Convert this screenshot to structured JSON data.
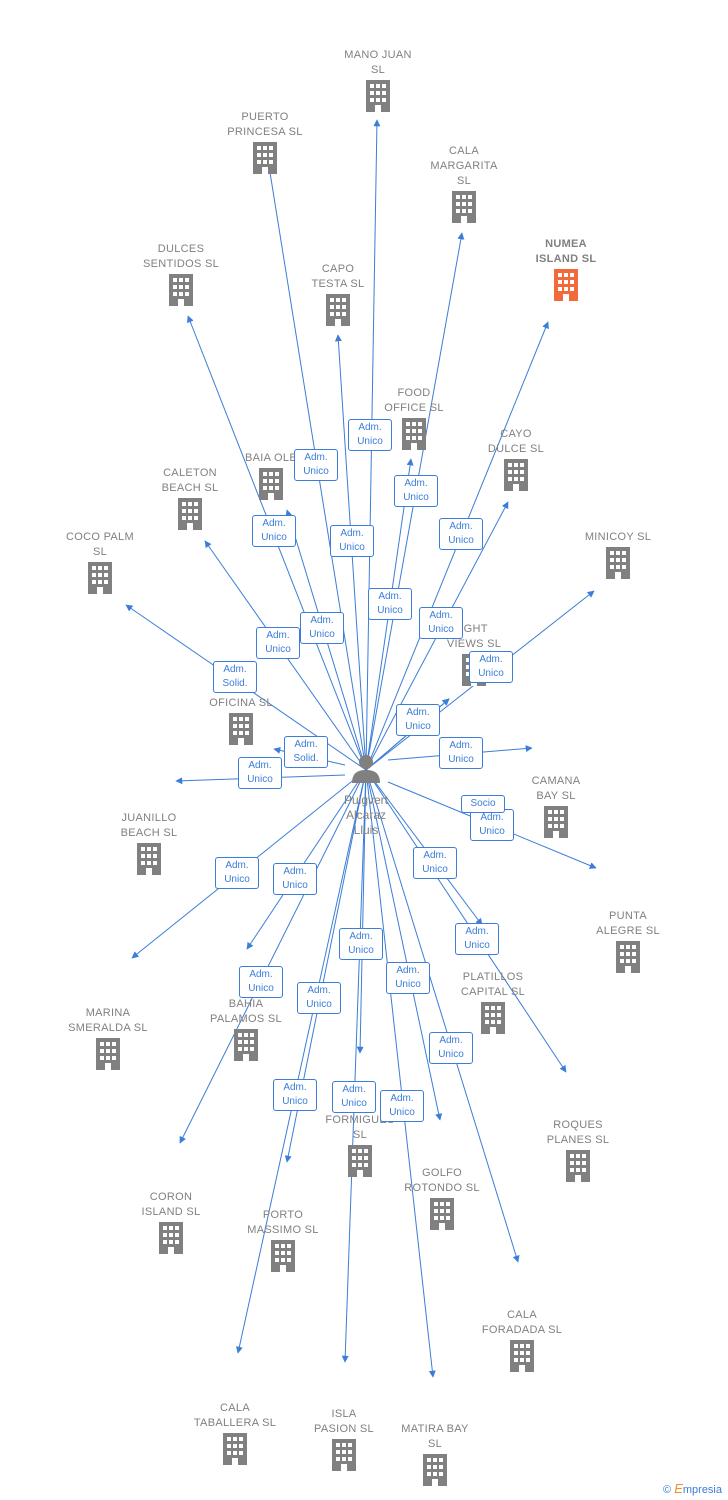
{
  "colors": {
    "edge": "#3b7dd8",
    "building": "#808080",
    "highlight": "#f26a3a",
    "person": "#808080"
  },
  "center_person": {
    "name": "Puigvert\nAlcaraz\nLluis",
    "icon": "person-icon"
  },
  "companies": [
    {
      "id": "mano-juan",
      "label": "MANO JUAN\nSL"
    },
    {
      "id": "puerto-princesa",
      "label": "PUERTO\nPRINCESA SL"
    },
    {
      "id": "cala-margarita",
      "label": "CALA\nMARGARITA\nSL"
    },
    {
      "id": "numea-island",
      "label": "NUMEA\nISLAND SL",
      "highlight": true
    },
    {
      "id": "dulces-sentidos",
      "label": "DULCES\nSENTIDOS SL"
    },
    {
      "id": "capo-testa",
      "label": "CAPO\nTESTA SL"
    },
    {
      "id": "food-office",
      "label": "FOOD\nOFFICE SL"
    },
    {
      "id": "cayo-dulce",
      "label": "CAYO\nDULCE SL"
    },
    {
      "id": "baia-olb",
      "label": "BAIA OLB"
    },
    {
      "id": "caleton-beach",
      "label": "CALETON\nBEACH SL"
    },
    {
      "id": "coco-palm",
      "label": "COCO PALM\nSL"
    },
    {
      "id": "minicoy",
      "label": "MINICOY SL"
    },
    {
      "id": "night-views",
      "label": "IGHT\nVIEWS SL"
    },
    {
      "id": "oficina",
      "label": "OFICINA SL"
    },
    {
      "id": "juanillo-beach",
      "label": "JUANILLO\nBEACH SL"
    },
    {
      "id": "camana-bay",
      "label": "CAMANA\nBAY SL"
    },
    {
      "id": "punta-alegre",
      "label": "PUNTA\nALEGRE SL"
    },
    {
      "id": "marina-smeralda",
      "label": "MARINA\nSMERALDA SL"
    },
    {
      "id": "bahia-palamos",
      "label": "BAHIA\nPALAMOS SL"
    },
    {
      "id": "platillos-capital",
      "label": "PLATILLOS\nCAPITAL SL"
    },
    {
      "id": "roques-planes",
      "label": "ROQUES\nPLANES SL"
    },
    {
      "id": "formigues",
      "label": "FORMIGUES\nSL"
    },
    {
      "id": "golfo-rotondo",
      "label": "GOLFO\nROTONDO SL"
    },
    {
      "id": "coron-island",
      "label": "CORON\nISLAND SL"
    },
    {
      "id": "porto-massimo",
      "label": "PORTO\nMASSIMO SL"
    },
    {
      "id": "cala-foradada",
      "label": "CALA\nFORADADA SL"
    },
    {
      "id": "cala-taballera",
      "label": "CALA\nTABALLERA SL"
    },
    {
      "id": "isla-pasion",
      "label": "ISLA\nPASION SL"
    },
    {
      "id": "matira-bay",
      "label": "MATIRA BAY\nSL"
    }
  ],
  "edges": [
    {
      "to": "mano-juan",
      "role": "Adm.\nUnico"
    },
    {
      "to": "puerto-princesa",
      "role": "Adm.\nUnico"
    },
    {
      "to": "cala-margarita",
      "role": "Adm.\nUnico"
    },
    {
      "to": "numea-island",
      "role": "Adm.\nUnico"
    },
    {
      "to": "dulces-sentidos",
      "role": "Adm.\nUnico"
    },
    {
      "to": "capo-testa",
      "role": "Adm.\nUnico"
    },
    {
      "to": "food-office",
      "role": "Adm.\nUnico"
    },
    {
      "to": "cayo-dulce",
      "role": "Adm.\nUnico"
    },
    {
      "to": "baia-olb",
      "role": "Adm.\nUnico"
    },
    {
      "to": "caleton-beach",
      "role": "Adm.\nUnico"
    },
    {
      "to": "coco-palm",
      "role": "Adm.\nSolid."
    },
    {
      "to": "minicoy",
      "role": "Adm.\nUnico"
    },
    {
      "to": "night-views",
      "role": "Adm.\nUnico"
    },
    {
      "to": "oficina",
      "role": "Adm.\nSolid."
    },
    {
      "to": "juanillo-beach",
      "role": "Adm.\nUnico"
    },
    {
      "to": "camana-bay",
      "role": "Adm.\nUnico"
    },
    {
      "to": "punta-alegre",
      "role": "Adm.\nUnico"
    },
    {
      "to": "marina-smeralda",
      "role": "Adm.\nUnico"
    },
    {
      "to": "bahia-palamos",
      "role": "Adm.\nUnico"
    },
    {
      "to": "platillos-capital",
      "role": "Adm.\nUnico"
    },
    {
      "to": "roques-planes",
      "role": "Adm.\nUnico"
    },
    {
      "to": "formigues",
      "role": "Adm.\nUnico"
    },
    {
      "to": "golfo-rotondo",
      "role": "Adm.\nUnico"
    },
    {
      "to": "coron-island",
      "role": "Adm.\nUnico"
    },
    {
      "to": "porto-massimo",
      "role": "Adm.\nUnico"
    },
    {
      "to": "cala-foradada",
      "role": "Adm.\nUnico"
    },
    {
      "to": "cala-taballera",
      "role": "Adm.\nUnico"
    },
    {
      "to": "isla-pasion",
      "role": "Adm.\nUnico"
    },
    {
      "to": "matira-bay",
      "role": "Adm.\nUnico"
    },
    {
      "to": "night-views",
      "role": "Socio"
    }
  ],
  "footer": {
    "copyright": "©",
    "brand_e": "E",
    "brand_rest": "mpresia"
  }
}
